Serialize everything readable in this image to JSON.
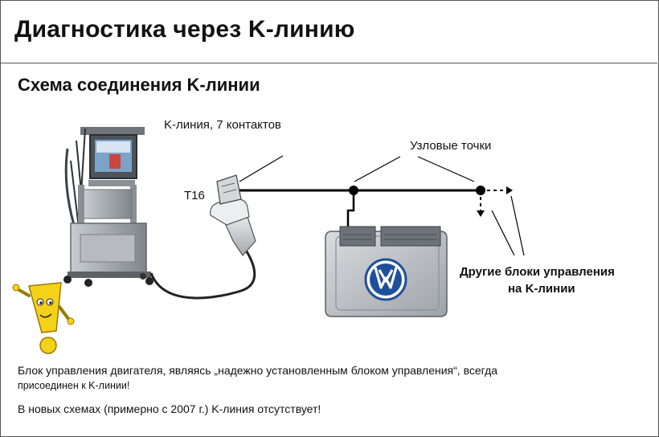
{
  "title": "Диагностика через K-линию",
  "subtitle": "Схема соединения K-линии",
  "labels": {
    "k_line": "K-линия, 7 контактов",
    "nodes": "Узловые точки",
    "connector": "T16",
    "other_units_line1": "Другие блоки управления",
    "other_units_line2": "на  K-линии"
  },
  "notes": {
    "note1_line1": "Блок управления двигателя, являясь „надежно установленным блоком управления“, всегда",
    "note1_line2": "присоединен к K-линии!",
    "note2": "В новых схемах (примерно с 2007 г.) K-линия отсутствует!"
  },
  "colors": {
    "vw_blue": "#1f4f9a",
    "ecu_body": "#b8bcc0",
    "cart_grey": "#9a9ea3",
    "warning_yellow": "#f5d21a"
  },
  "icons": {
    "warning": "exclamation-mascot-icon",
    "logo": "vw-logo-icon"
  }
}
